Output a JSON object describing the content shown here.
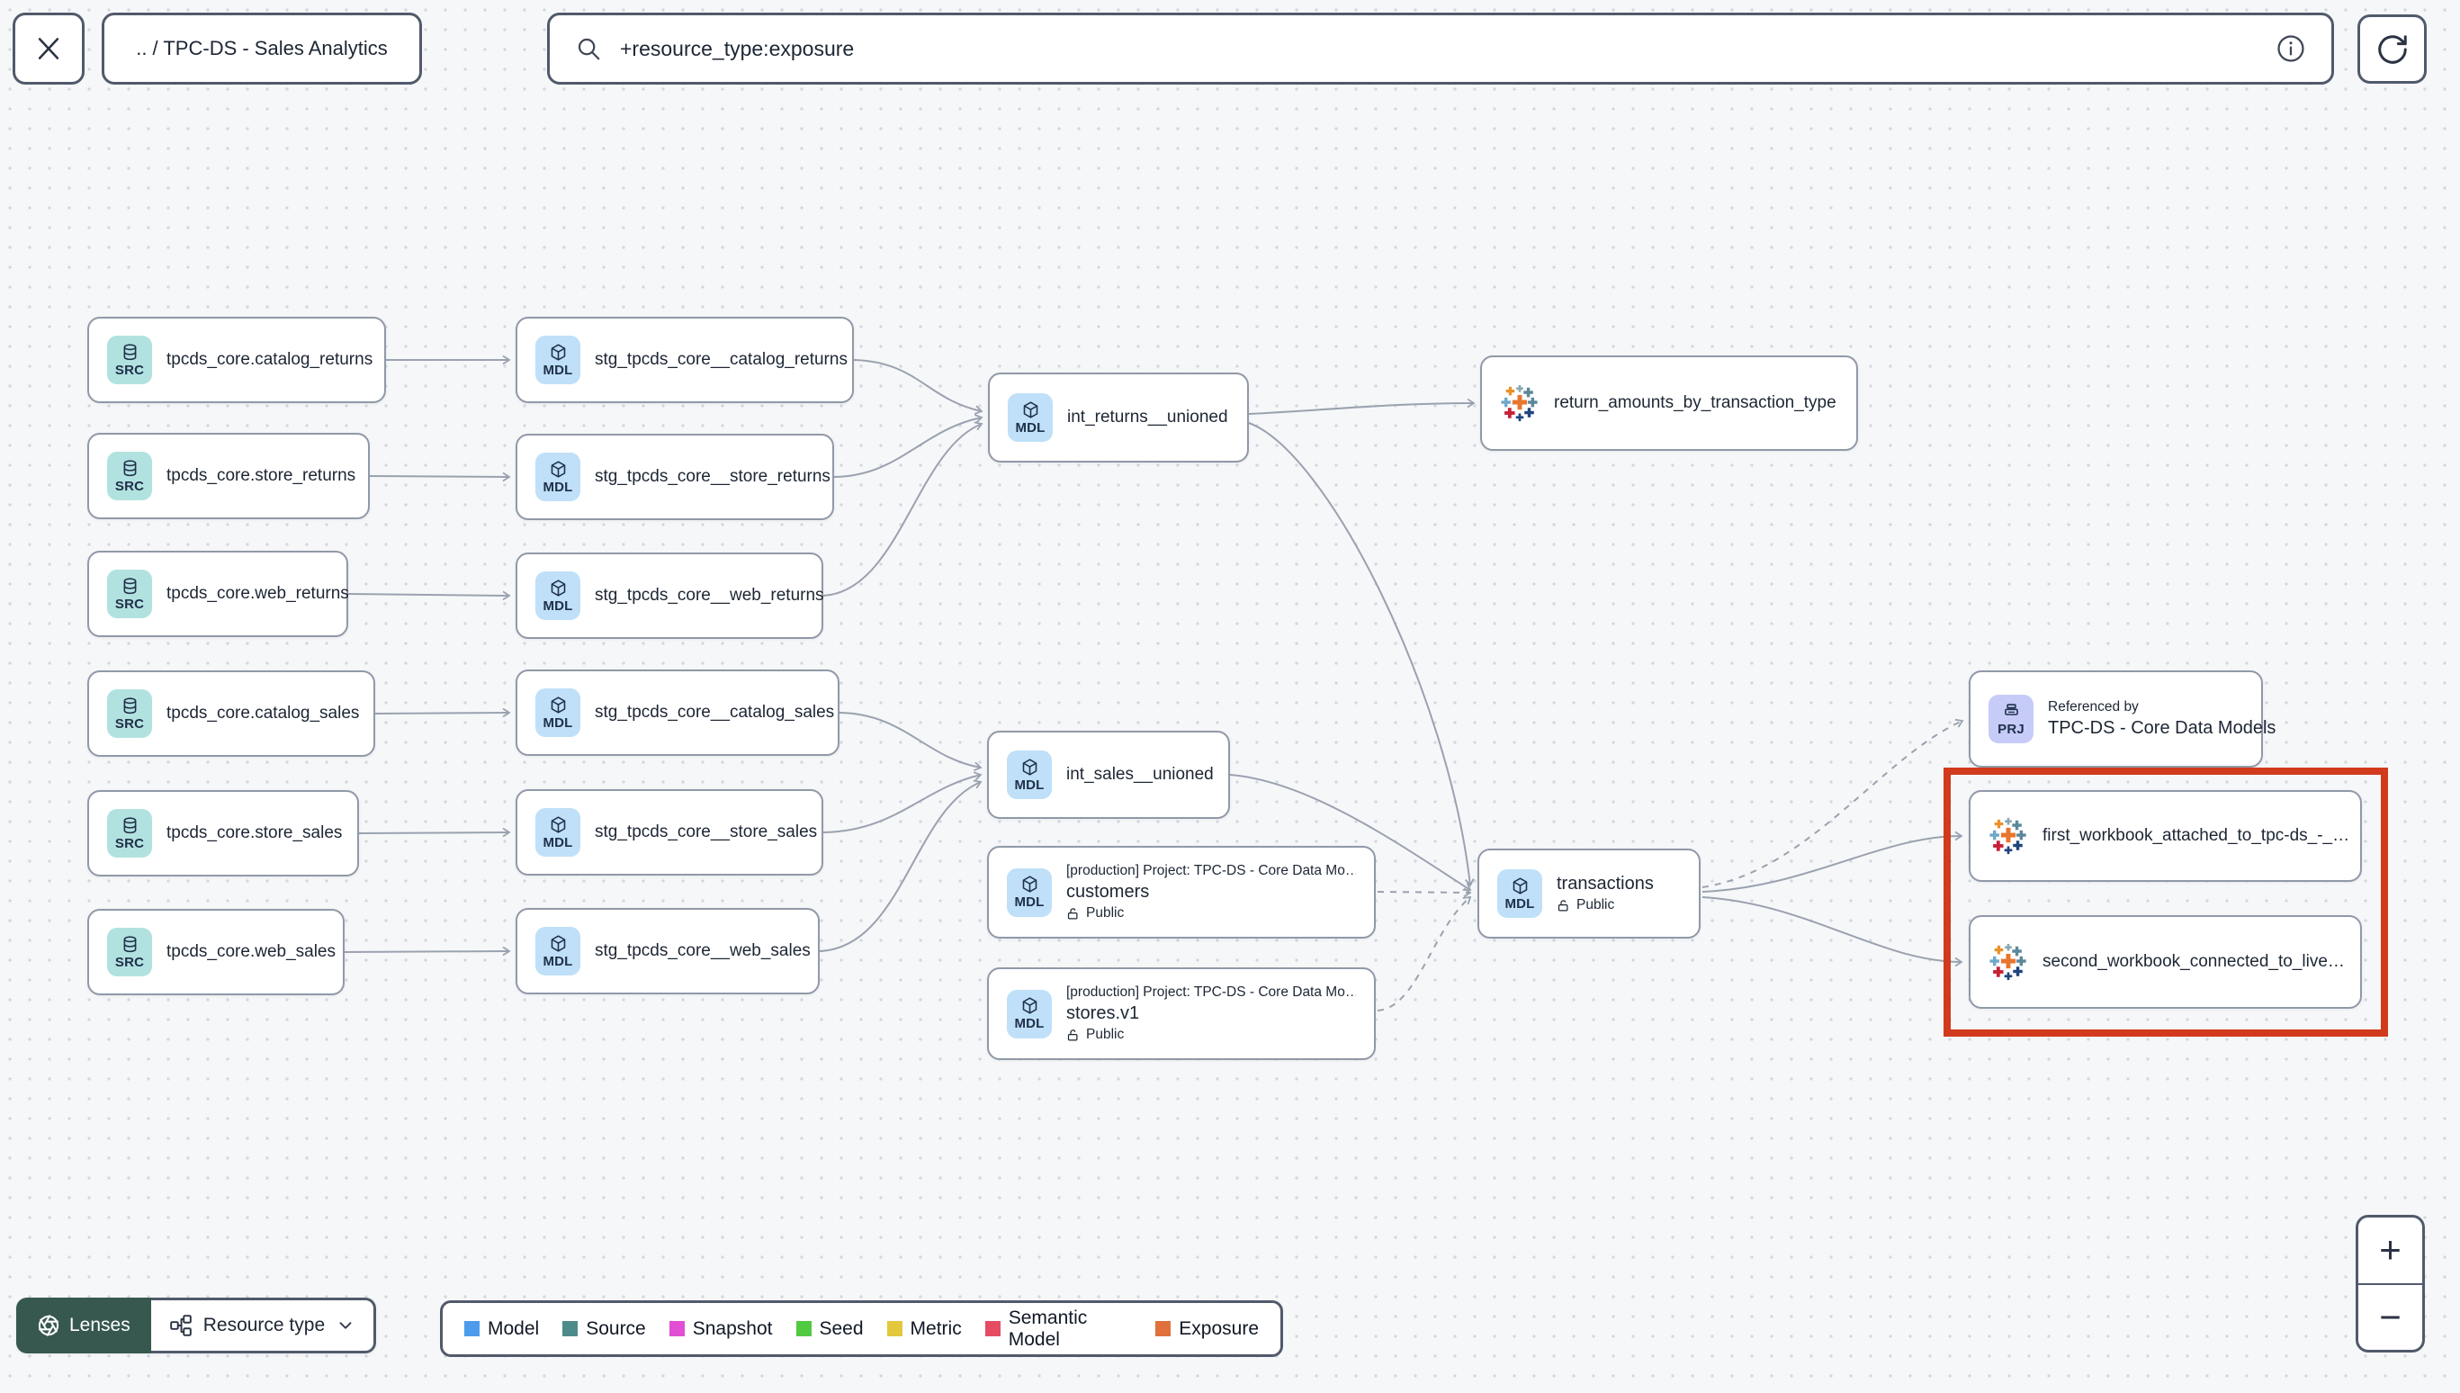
{
  "topbar": {
    "breadcrumb": ".. / TPC-DS - Sales Analytics",
    "search_value": "+resource_type:exposure"
  },
  "badges": {
    "src": "SRC",
    "mdl": "MDL",
    "prj": "PRJ"
  },
  "nodes": {
    "src_catalog_returns": {
      "label": "tpcds_core.catalog_returns"
    },
    "src_store_returns": {
      "label": "tpcds_core.store_returns"
    },
    "src_web_returns": {
      "label": "tpcds_core.web_returns"
    },
    "src_catalog_sales": {
      "label": "tpcds_core.catalog_sales"
    },
    "src_store_sales": {
      "label": "tpcds_core.store_sales"
    },
    "src_web_sales": {
      "label": "tpcds_core.web_sales"
    },
    "stg_catalog_returns": {
      "label": "stg_tpcds_core__catalog_returns"
    },
    "stg_store_returns": {
      "label": "stg_tpcds_core__store_returns"
    },
    "stg_web_returns": {
      "label": "stg_tpcds_core__web_returns"
    },
    "stg_catalog_sales": {
      "label": "stg_tpcds_core__catalog_sales"
    },
    "stg_store_sales": {
      "label": "stg_tpcds_core__store_sales"
    },
    "stg_web_sales": {
      "label": "stg_tpcds_core__web_sales"
    },
    "int_returns": {
      "label": "int_returns__unioned"
    },
    "int_sales": {
      "label": "int_sales__unioned"
    },
    "exp_return_amounts": {
      "label": "return_amounts_by_transaction_type"
    },
    "customers": {
      "project_line": "[production] Project: TPC-DS - Core Data Mo…",
      "label": "customers",
      "access": "Public"
    },
    "stores": {
      "project_line": "[production] Project: TPC-DS - Core Data Mo…",
      "label": "stores.v1",
      "access": "Public"
    },
    "transactions": {
      "label": "transactions",
      "access": "Public"
    },
    "project_ref": {
      "top_line": "Referenced by",
      "label": "TPC-DS - Core Data Models"
    },
    "exp_first_workbook": {
      "label": "first_workbook_attached_to_tpc-ds_-_…"
    },
    "exp_second_workbook": {
      "label": "second_workbook_connected_to_live…"
    }
  },
  "legend": {
    "items": [
      {
        "label": "Model",
        "color": "#4d9ceb"
      },
      {
        "label": "Source",
        "color": "#4d8b8b"
      },
      {
        "label": "Snapshot",
        "color": "#e24fd4"
      },
      {
        "label": "Seed",
        "color": "#52c943"
      },
      {
        "label": "Metric",
        "color": "#e3c73d"
      },
      {
        "label": "Semantic Model",
        "color": "#e54b63"
      },
      {
        "label": "Exposure",
        "color": "#e0703c"
      }
    ]
  },
  "controls": {
    "lenses": "Lenses",
    "resource_type": "Resource type",
    "zoom_in": "+",
    "zoom_out": "−"
  },
  "colors": {
    "highlight_box": "#d13a1d",
    "edge": "#9aa2af",
    "src_badge_bg": "#b2e2e0",
    "mdl_badge_bg": "#bfe0f8",
    "prj_badge_bg": "#c6cbf8",
    "lenses_bg": "#37584f"
  }
}
